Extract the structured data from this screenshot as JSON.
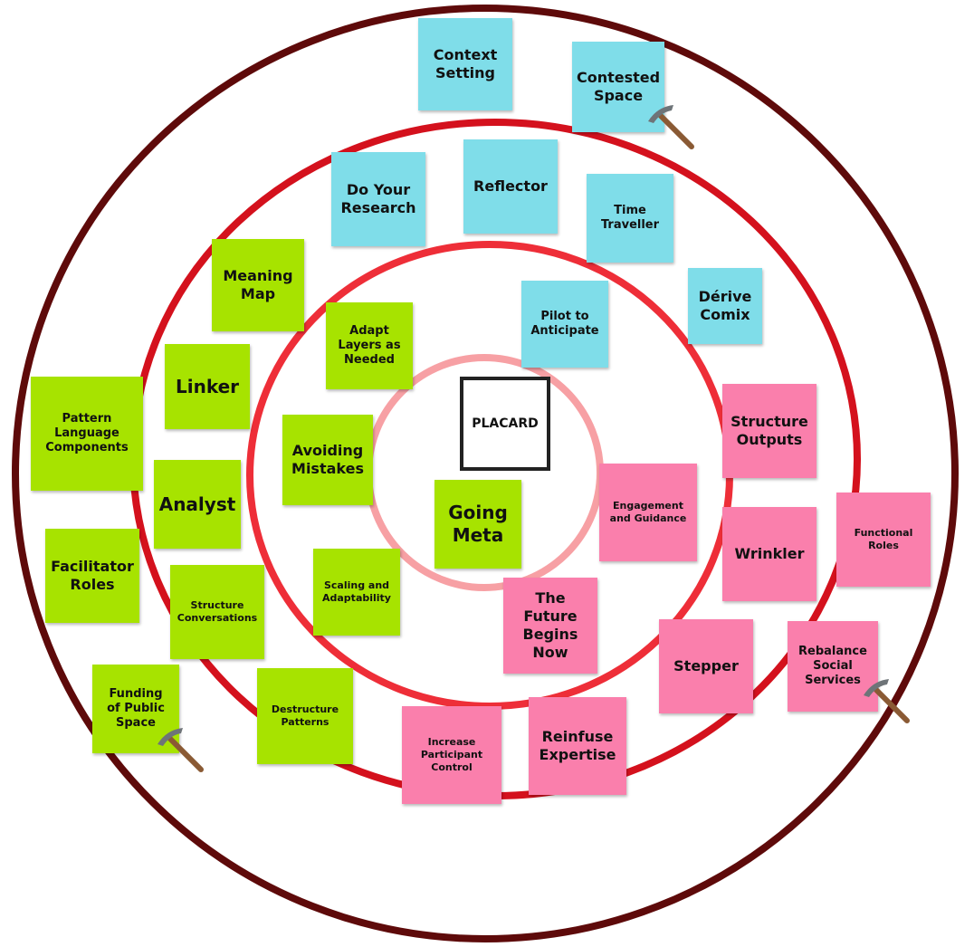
{
  "center": {
    "label": "PLACARD"
  },
  "colors": {
    "outer_ring": "#5e0a0a",
    "second_ring": "#d4111d",
    "third_ring": "#ee2e38",
    "inner_ring": "#f7a0a4",
    "blue": "#7fdde9",
    "green": "#a7e300",
    "pink": "#fa7fac"
  },
  "notes": {
    "context_setting": "Context\nSetting",
    "contested_space": "Contested\nSpace",
    "do_your_research": "Do Your\nResearch",
    "reflector": "Reflector",
    "time_traveller": "Time\nTraveller",
    "derive_comix": "Dérive\nComix",
    "pilot_to_anticipate": "Pilot to\nAnticipate",
    "meaning_map": "Meaning\nMap",
    "adapt_layers": "Adapt\nLayers as\nNeeded",
    "linker": "Linker",
    "pattern_language": "Pattern\nLanguage\nComponents",
    "avoiding_mistakes": "Avoiding\nMistakes",
    "analyst": "Analyst",
    "going_meta": "Going\nMeta",
    "facilitator_roles": "Facilitator\nRoles",
    "scaling_adaptability": "Scaling and\nAdaptability",
    "structure_conversations": "Structure\nConversations",
    "funding_public_space": "Funding\nof Public\nSpace",
    "destructure_patterns": "Destructure\nPatterns",
    "structure_outputs": "Structure\nOutputs",
    "engagement_guidance": "Engagement\nand Guidance",
    "functional_roles": "Functional\nRoles",
    "wrinkler": "Wrinkler",
    "future_begins_now": "The\nFuture\nBegins\nNow",
    "stepper": "Stepper",
    "rebalance_social": "Rebalance\nSocial\nServices",
    "increase_participant": "Increase\nParticipant\nControl",
    "reinfuse_expertise": "Reinfuse\nExpertise"
  },
  "icons": [
    "pickaxe-icon"
  ]
}
